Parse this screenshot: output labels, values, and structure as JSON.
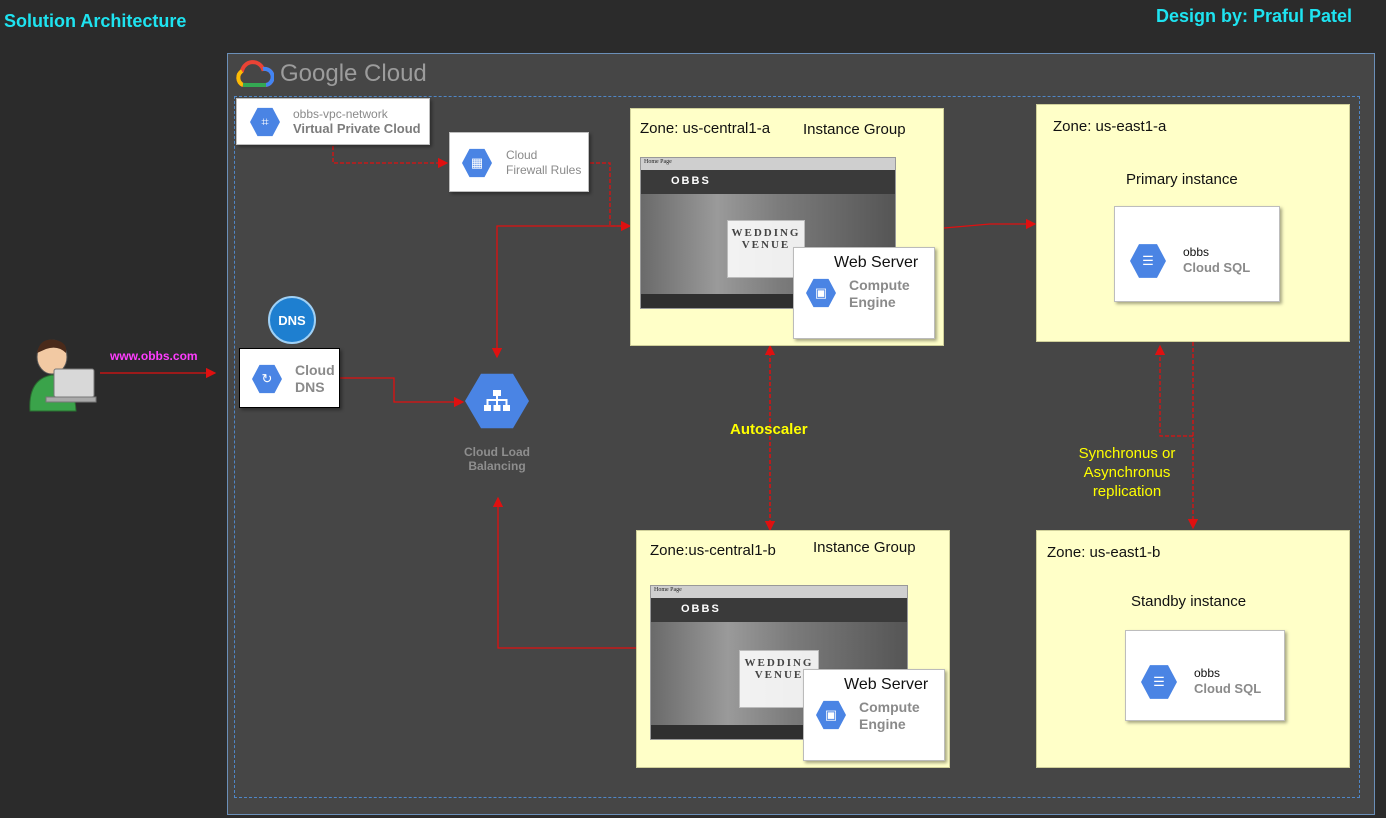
{
  "header": {
    "title": "Solution Architecture",
    "designer": "Design by: Praful Patel"
  },
  "google_cloud": {
    "logo_text": "Google Cloud"
  },
  "user": {
    "url_label": "www.obbs.com"
  },
  "vpc": {
    "name": "obbs-vpc-network",
    "product": "Virtual Private Cloud"
  },
  "firewall": {
    "line1": "Cloud",
    "line2": "Firewall Rules"
  },
  "dns": {
    "badge": "DNS",
    "line1": "Cloud",
    "line2": "DNS"
  },
  "load_balancer": {
    "line1": "Cloud Load",
    "line2": "Balancing"
  },
  "autoscaler": "Autoscaler",
  "replication": {
    "line1": "Synchronus or",
    "line2": "Asynchronus",
    "line3": "replication"
  },
  "zones": [
    {
      "zone_label": "Zone: us-central1-a",
      "group_label": "Instance Group",
      "screenshot": {
        "caption": "Home Page",
        "brand": "OBBS",
        "hero_line1": "WEDDING",
        "hero_line2": "VENUE"
      },
      "server": {
        "title": "Web Server",
        "line1": "Compute",
        "line2": "Engine"
      }
    },
    {
      "zone_label": "Zone:us-central1-b",
      "group_label": "Instance Group",
      "screenshot": {
        "caption": "Home Page",
        "brand": "OBBS",
        "hero_line1": "WEDDING",
        "hero_line2": "VENUE"
      },
      "server": {
        "title": "Web Server",
        "line1": "Compute",
        "line2": "Engine"
      }
    },
    {
      "zone_label": "Zone: us-east1-a",
      "instance_label": "Primary instance",
      "db": {
        "name": "obbs",
        "product": "Cloud SQL"
      }
    },
    {
      "zone_label": "Zone: us-east1-b",
      "instance_label": "Standby instance",
      "db": {
        "name": "obbs",
        "product": "Cloud SQL"
      }
    }
  ],
  "colors": {
    "header_text": "#1ee3f0",
    "url_text": "#ff3dff",
    "arrow": "#e01010",
    "zone_fill": "#ffffc8",
    "gcp_hex": "#4a84e4",
    "annotation": "#ffff00"
  },
  "icons": [
    "google-cloud-logo-icon",
    "vpc-icon",
    "firewall-icon",
    "dns-globe-icon",
    "cloud-dns-icon",
    "load-balancer-icon",
    "compute-engine-icon",
    "cloud-sql-icon",
    "user-laptop-icon"
  ]
}
